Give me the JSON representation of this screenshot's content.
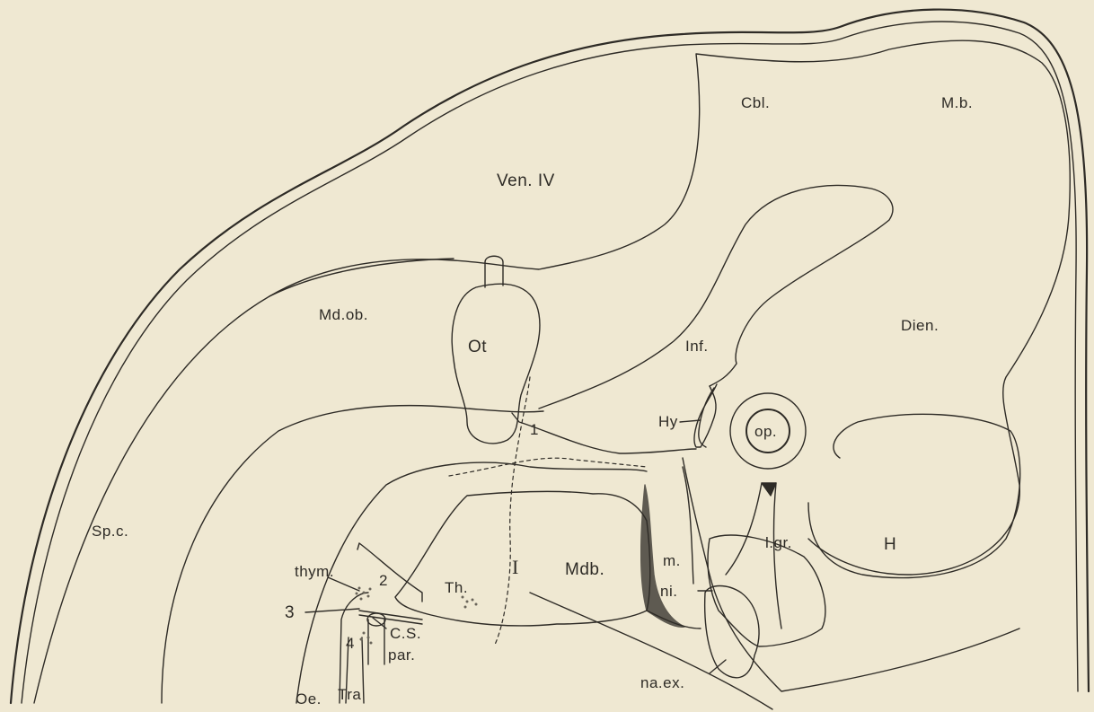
{
  "labels": {
    "cbl": "Cbl.",
    "mb": "M.b.",
    "ven_iv": "Ven. IV",
    "md_ob": "Md.ob.",
    "ot": "Ot",
    "inf": "Inf.",
    "dien": "Dien.",
    "hy": "Hy",
    "op": "op.",
    "one": "1",
    "sp_c": "Sp.c.",
    "thym": "thym.",
    "two": "2",
    "th": "Th.",
    "roman_i": "I",
    "mdb": "Mdb.",
    "m": "m.",
    "ni": "ni.",
    "lgr": "l.gr.",
    "h": "H",
    "three": "3",
    "cs": "C.S.",
    "four": "4",
    "par": "par.",
    "naex": "na.ex.",
    "oe": "Oe.",
    "tra": "Tra"
  }
}
